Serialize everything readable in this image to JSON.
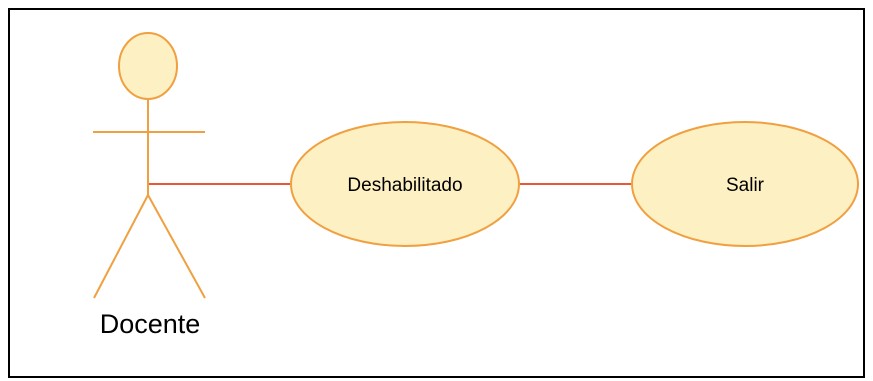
{
  "diagram": {
    "type": "use-case",
    "actor": {
      "name": "Docente"
    },
    "use_cases": [
      {
        "label": "Deshabilitado"
      },
      {
        "label": "Salir"
      }
    ],
    "colors": {
      "actor_stroke": "#f0a040",
      "ellipse_fill": "#fdf0c2",
      "ellipse_stroke": "#f0a040",
      "connector": "#e65a3a",
      "frame": "#000000"
    }
  }
}
